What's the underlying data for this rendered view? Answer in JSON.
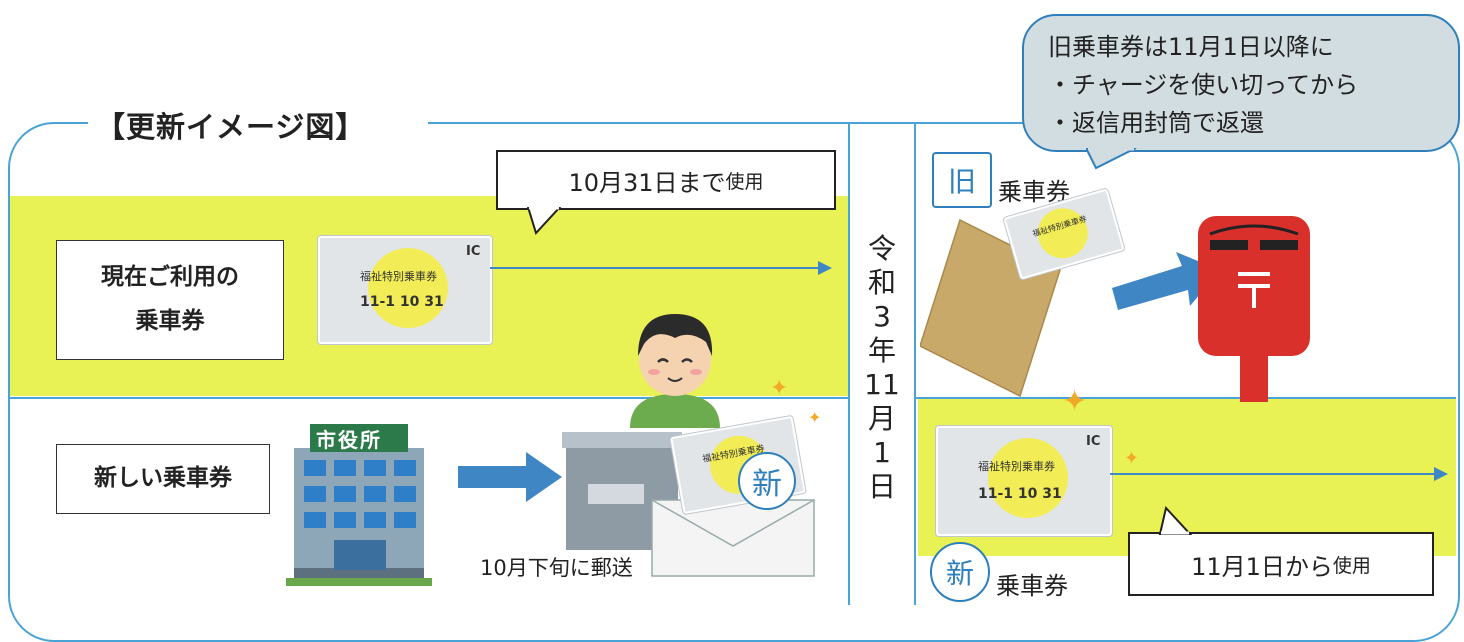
{
  "heading": "【更新イメージ図】",
  "current_label_lines": [
    "現在ご利用の",
    "乗車券"
  ],
  "new_label": "新しい乗車券",
  "callout_current": {
    "main": "10月31日まで",
    "suffix": "使用"
  },
  "callout_new": {
    "main": "11月1日から",
    "suffix": "使用"
  },
  "city_hall_sign": "市役所",
  "mail_note": "10月下旬に郵送",
  "date_vertical": [
    "令",
    "和",
    "3",
    "年",
    "11",
    "月",
    "1",
    "日"
  ],
  "old_return_bubble": {
    "title": "旧乗車券は11月1日以降に",
    "items": [
      "・チャージを使い切ってから",
      "・返信用封筒で返還"
    ]
  },
  "old_ticket_label": {
    "badge": "旧",
    "text": "乗車券"
  },
  "new_ticket_label": {
    "badge": "新",
    "text": "乗車券"
  },
  "new_stamp": "新",
  "ticket": {
    "title": "福祉特別乗車券",
    "date_line": "11-1 10 31",
    "ic_mark": "IC"
  },
  "colors": {
    "band": "#e9f254",
    "frame": "#4aa3d6",
    "arrow": "#3f86c4",
    "mailbox": "#d9302b"
  }
}
